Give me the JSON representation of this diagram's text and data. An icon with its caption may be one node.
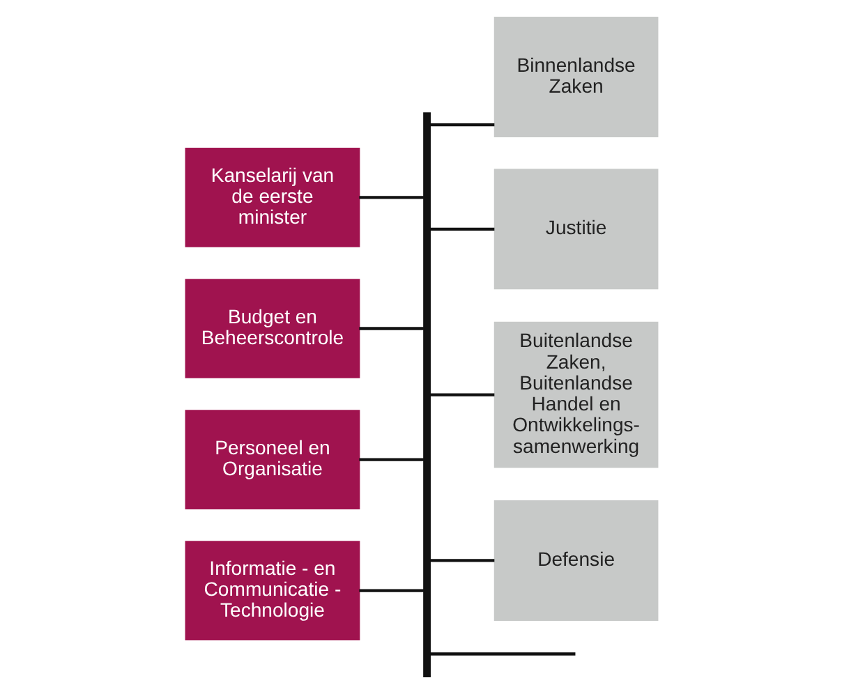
{
  "diagram": {
    "nodes": [
      {
        "text": [
          "Kanselarij van de eerste minister"
        ]
      },
      {
        "text": [
          "Budget en Beheerscontrole"
        ]
      },
      {
        "text": [
          "Personeel en Organisatie"
        ]
      },
      {
        "text": [
          "Informatie - en Communicatie - Technologie"
        ]
      },
      {
        "text": [],
        "shape": "bar"
      },
      {
        "text": [
          "Binnenlandse Zaken"
        ]
      },
      {
        "text": [
          "Justitie"
        ]
      },
      {
        "text": [
          "Buitenlandse Zaken, Buitenlandse Handel en Ontwikkelings-samenwerking"
        ]
      },
      {
        "text": [
          "Defensie"
        ]
      }
    ],
    "edges": [
      {
        "from": 0,
        "to": 4,
        "arrow": "none"
      },
      {
        "from": 1,
        "to": 4,
        "arrow": "none"
      },
      {
        "from": 2,
        "to": 4,
        "arrow": "none"
      },
      {
        "from": 3,
        "to": 4,
        "arrow": "none"
      },
      {
        "from": 4,
        "to": 5,
        "arrow": "none"
      },
      {
        "from": 4,
        "to": 6,
        "arrow": "none"
      },
      {
        "from": 4,
        "to": 7,
        "arrow": "none"
      },
      {
        "from": 4,
        "to": 8,
        "arrow": "none"
      },
      {
        "from": 4,
        "to": null,
        "arrow": "none"
      }
    ]
  }
}
